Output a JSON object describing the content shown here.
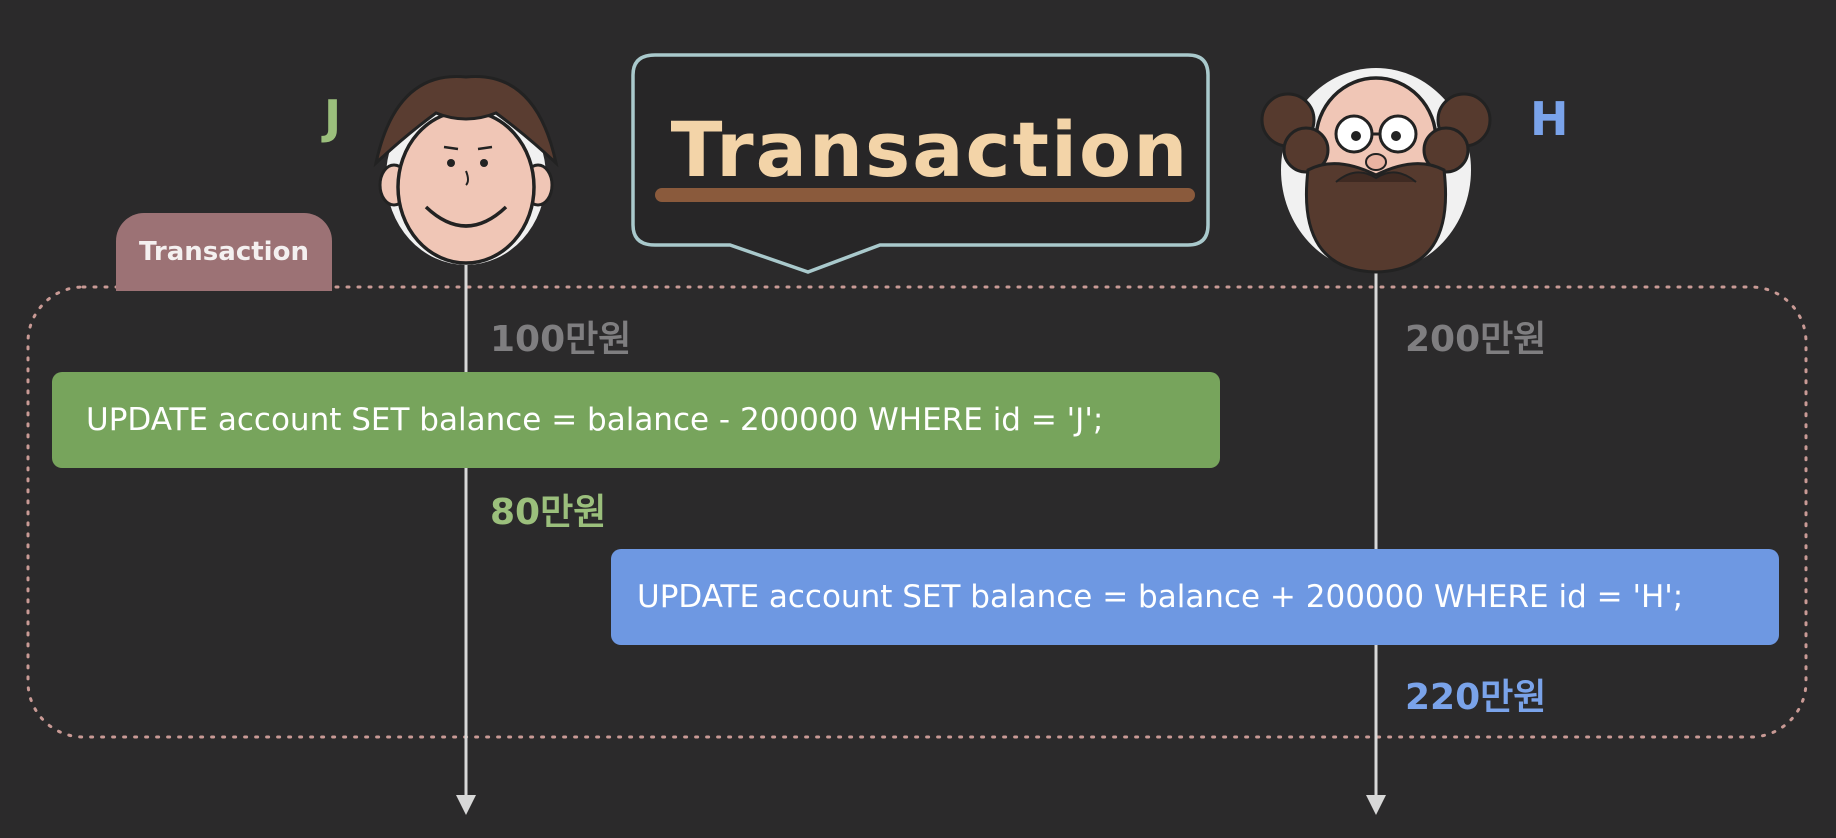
{
  "title": "Transaction",
  "transaction_tab_label": "Transaction",
  "persons": {
    "j": {
      "letter": "J",
      "balance_before": "100만원",
      "balance_after": "80만원"
    },
    "h": {
      "letter": "H",
      "balance_before": "200만원",
      "balance_after": "220만원"
    }
  },
  "queries": {
    "debit": "UPDATE account SET balance = balance - 200000 WHERE id = 'J';",
    "credit": "UPDATE account SET balance = balance + 200000 WHERE id = 'H';"
  },
  "colors": {
    "background": "#2b2a2b",
    "title_text": "#f3d4a8",
    "title_underline": "#8a5a3c",
    "bubble_border": "#a9c9cc",
    "tab": "#9c7275",
    "dotted_border": "#c99a95",
    "green": "#77a45c",
    "blue": "#6e98e2",
    "timeline": "#d8d8d8"
  }
}
